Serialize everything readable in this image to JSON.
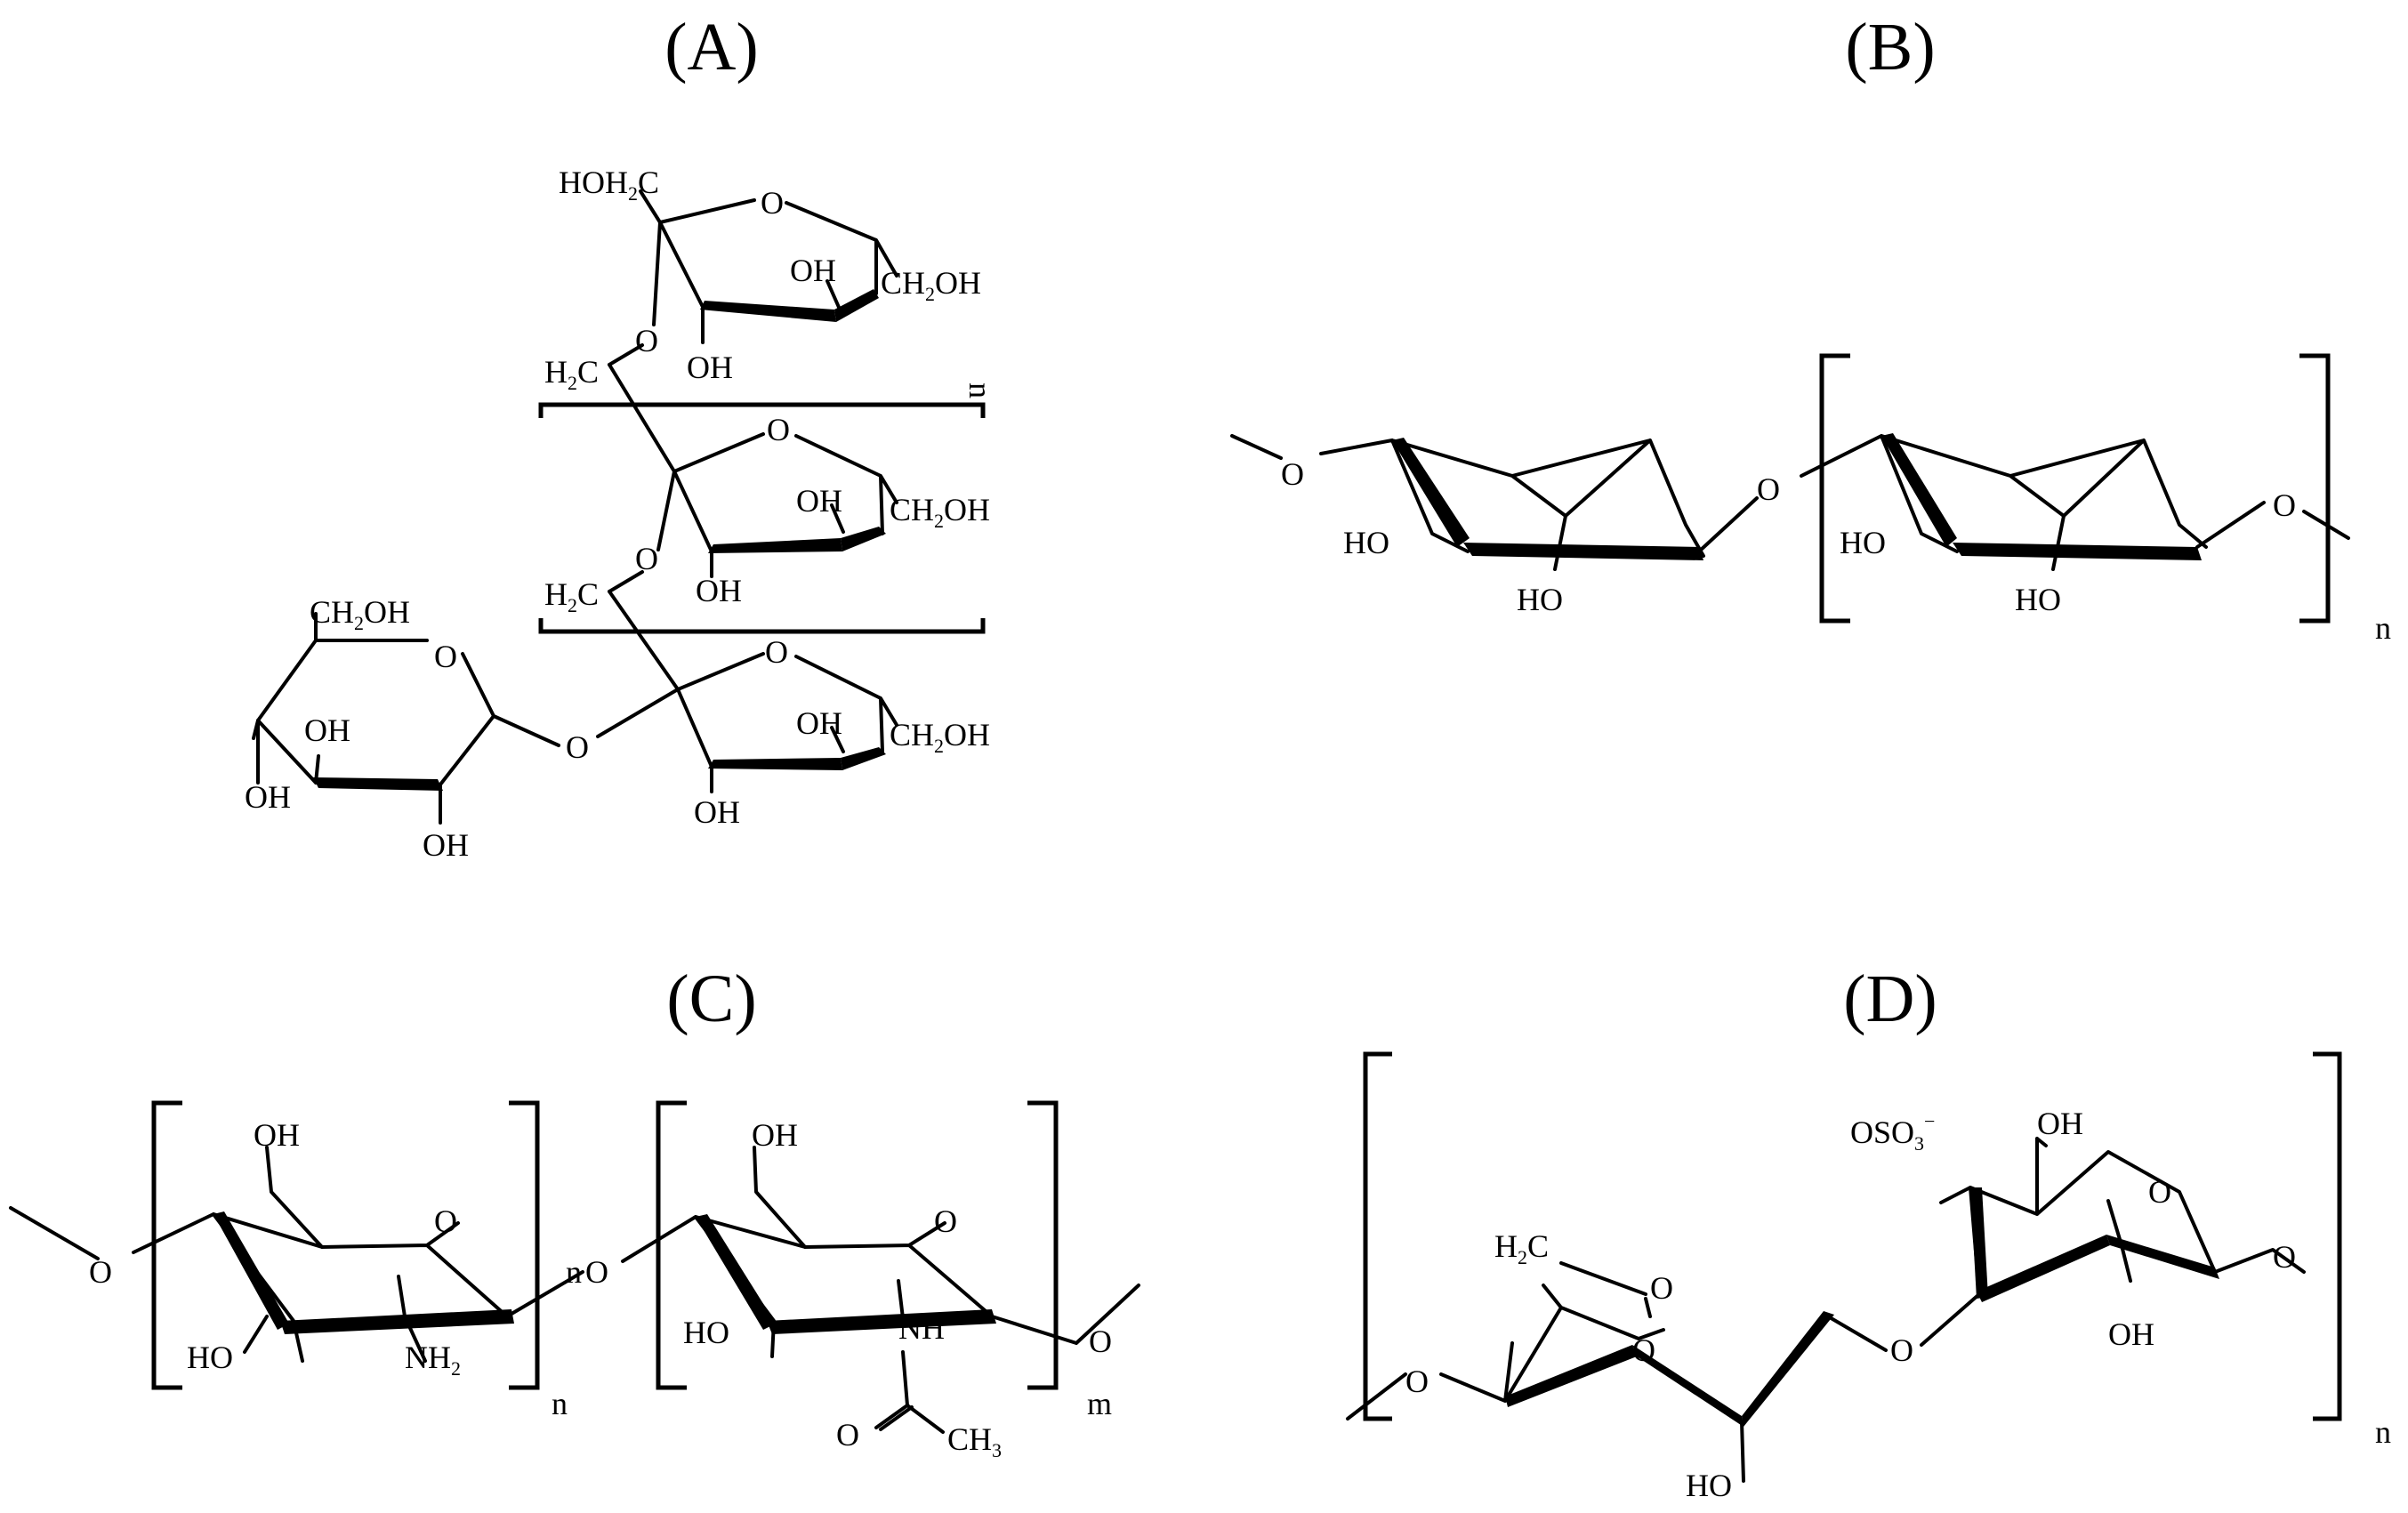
{
  "panels": {
    "a": {
      "label": "(A)",
      "atoms": {
        "hoh2c": [
          "HOH",
          "2",
          "C"
        ],
        "o": "O",
        "oh": "OH",
        "ch2oh": [
          "CH",
          "2",
          "OH"
        ],
        "h2c": [
          "H",
          "2",
          "C"
        ],
        "n": "n"
      }
    },
    "b": {
      "label": "(B)",
      "atoms": {
        "o": "O",
        "ho": "HO",
        "n": "n"
      }
    },
    "c": {
      "label": "(C)",
      "atoms": {
        "o": "O",
        "oh": "OH",
        "ho": "HO",
        "nh2": [
          "NH",
          "2"
        ],
        "nh": "NH",
        "ch3": [
          "CH",
          "3"
        ],
        "n": "n",
        "m": "m"
      }
    },
    "d": {
      "label": "(D)",
      "atoms": {
        "oso3": [
          "OSO",
          "3",
          "−"
        ],
        "oh": "OH",
        "ho": "HO",
        "o": "O",
        "h2c": [
          "H",
          "2",
          "C"
        ],
        "n": "n"
      }
    }
  }
}
